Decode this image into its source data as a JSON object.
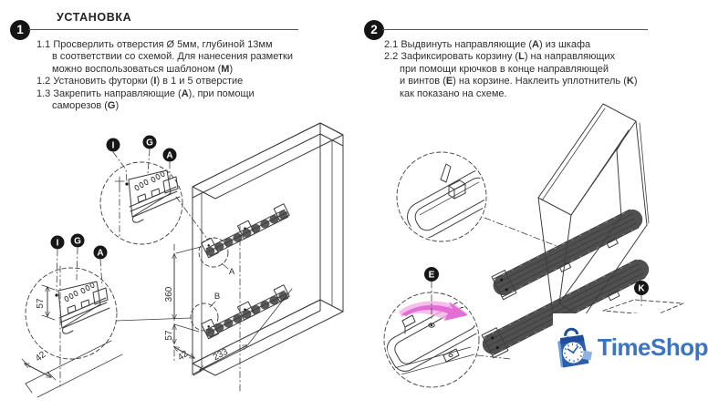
{
  "colors": {
    "ink": "#3d3d3d",
    "badge_black": "#141414",
    "accent_pink": "#e46fd4",
    "accent_pink_light": "#f2aee6",
    "brand_blue": "#3b74c2",
    "bag_blue": "#2a5fae",
    "bag_dark_blue": "#1d4d9b",
    "bag_light_blue": "#8fb3de"
  },
  "section1": {
    "number": "1",
    "title": "УСТАНОВКА",
    "steps": [
      {
        "indent": 0,
        "parts": [
          "1.1 Просверлить отверстия Ø 5мм, глубиной 13мм"
        ]
      },
      {
        "indent": 1,
        "parts": [
          "в соответствии со схемой. Для нанесения разметки"
        ]
      },
      {
        "indent": 1,
        "parts": [
          "можно воспользоваться шаблоном (",
          {
            "b": "M"
          },
          ")"
        ]
      },
      {
        "indent": 0,
        "parts": [
          "1.2 Установить футорки (",
          {
            "b": "I"
          },
          ") в 1 и 5 отверстие"
        ]
      },
      {
        "indent": 0,
        "parts": [
          "1.3 Закрепить направляющие (",
          {
            "b": "A"
          },
          "), при помощи"
        ]
      },
      {
        "indent": 1,
        "parts": [
          "саморезов (",
          {
            "b": "G"
          },
          ")"
        ]
      }
    ]
  },
  "section2": {
    "number": "2",
    "steps": [
      {
        "indent": 0,
        "parts": [
          "2.1 Выдвинуть направляющие (",
          {
            "b": "A"
          },
          ") из шкафа"
        ]
      },
      {
        "indent": 0,
        "parts": [
          "2.2 Зафиксировать корзину (",
          {
            "b": "L"
          },
          ") на направляющих"
        ]
      },
      {
        "indent": 1,
        "parts": [
          "при помощи крючков в конце направляющей"
        ]
      },
      {
        "indent": 1,
        "parts": [
          "и винтов (",
          {
            "b": "E"
          },
          ") на корзине. Наклеить уплотнитель (",
          {
            "b": "K"
          },
          ")"
        ]
      },
      {
        "indent": 1,
        "parts": [
          "как показано на схеме."
        ]
      }
    ]
  },
  "d1": {
    "callout_top_i": "I",
    "callout_top_g": "G",
    "callout_top_a": "A",
    "callout_bot_i": "I",
    "callout_bot_g": "G",
    "callout_bot_a": "A",
    "rail_a": "A",
    "rail_b": "B",
    "dim_360": "360",
    "dim_57": "57",
    "dim_42": "42",
    "dim_233": "233",
    "dim_57_side": "57",
    "dim_42_side": "42"
  },
  "d2": {
    "callout_e": "E",
    "callout_k": "K"
  },
  "logo": {
    "text": "TimeShop"
  }
}
